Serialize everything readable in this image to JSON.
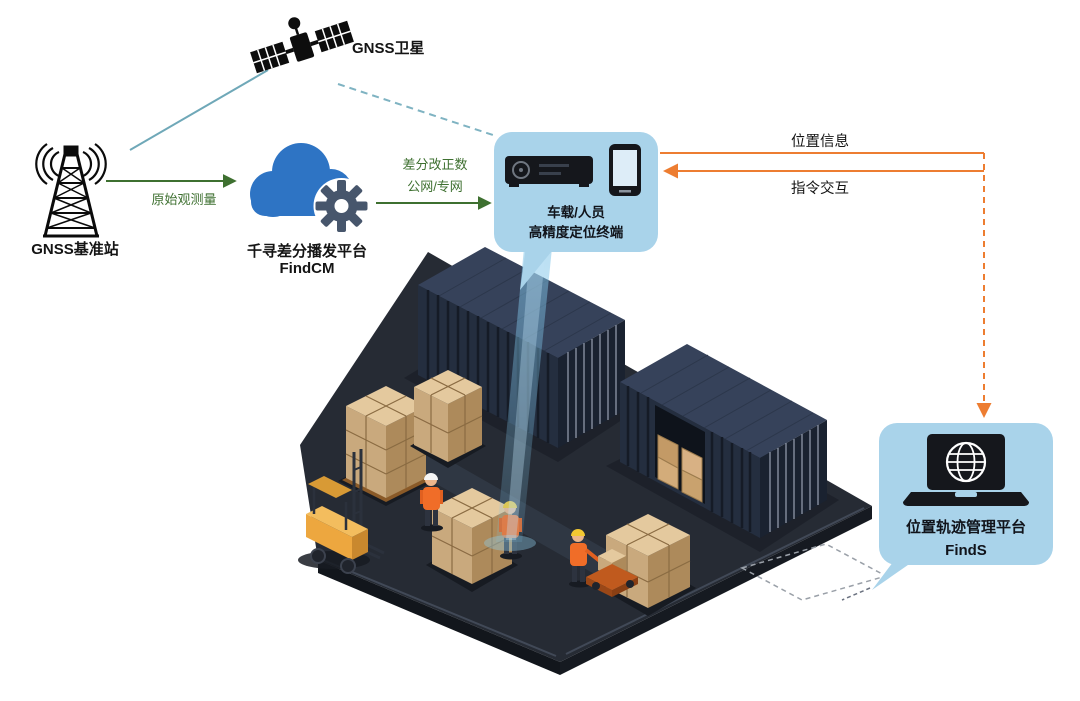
{
  "labels": {
    "satellite": "GNSS卫星",
    "base_station": "GNSS基准站",
    "raw_observation": "原始观测量",
    "cloud_platform_name": "千寻差分播发平台",
    "cloud_platform_product": "FindCM",
    "correction_data": "差分改正数",
    "network": "公网/专网",
    "terminal_line1": "车载/人员",
    "terminal_line2": "高精度定位终端",
    "position_info": "位置信息",
    "command_interaction": "指令交互",
    "management_platform": "位置轨迹管理平台",
    "management_product": "FindS"
  },
  "icons": {
    "satellite": "gnss-satellite-icon",
    "base_station": "base-station-tower-icon",
    "cloud": "cloud-icon",
    "gear": "gear-icon",
    "terminal_device": "vehicle-terminal-icon",
    "phone": "smartphone-icon",
    "laptop": "laptop-globe-icon"
  },
  "colors": {
    "arrow_green": "#3e7030",
    "arrow_orange": "#ed7d31",
    "link_teal": "#6fa8b8",
    "panel_blue": "#a9d3ea",
    "cloud_blue": "#2e74c4",
    "gear_slate": "#47566c",
    "platform_dark": "#262b34",
    "container_navy": "#242e3f",
    "carton_tan": "#c9a97d",
    "forklift_yellow": "#eda73f",
    "beam_blue": "#8ecae6"
  }
}
